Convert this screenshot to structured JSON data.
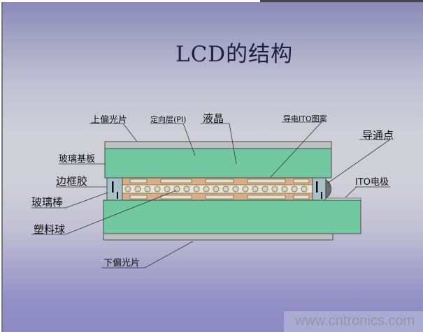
{
  "title": "LCD的结构",
  "labels": {
    "top_polarizer": "上偏光片",
    "alignment_layer": "定向层(PI)",
    "liquid_crystal": "液晶",
    "ito_pattern": "导电ITO图案",
    "conductive_dot": "导通点",
    "glass_substrate": "玻璃基板",
    "sealant": "边框胶",
    "glass_rod": "玻璃棒",
    "ito_electrode": "ITO电极",
    "plastic_ball": "塑料球",
    "bottom_polarizer": "下偏光片"
  },
  "watermark": "www.cntronics.com",
  "colors": {
    "glass": "#72c8a0",
    "polarizer": "#c0c0c0",
    "liquid_crystal": "#d9ad88",
    "ito": "#e8e4cc",
    "sealant": "#a8c0c8",
    "outline": "#4a4a4a"
  }
}
